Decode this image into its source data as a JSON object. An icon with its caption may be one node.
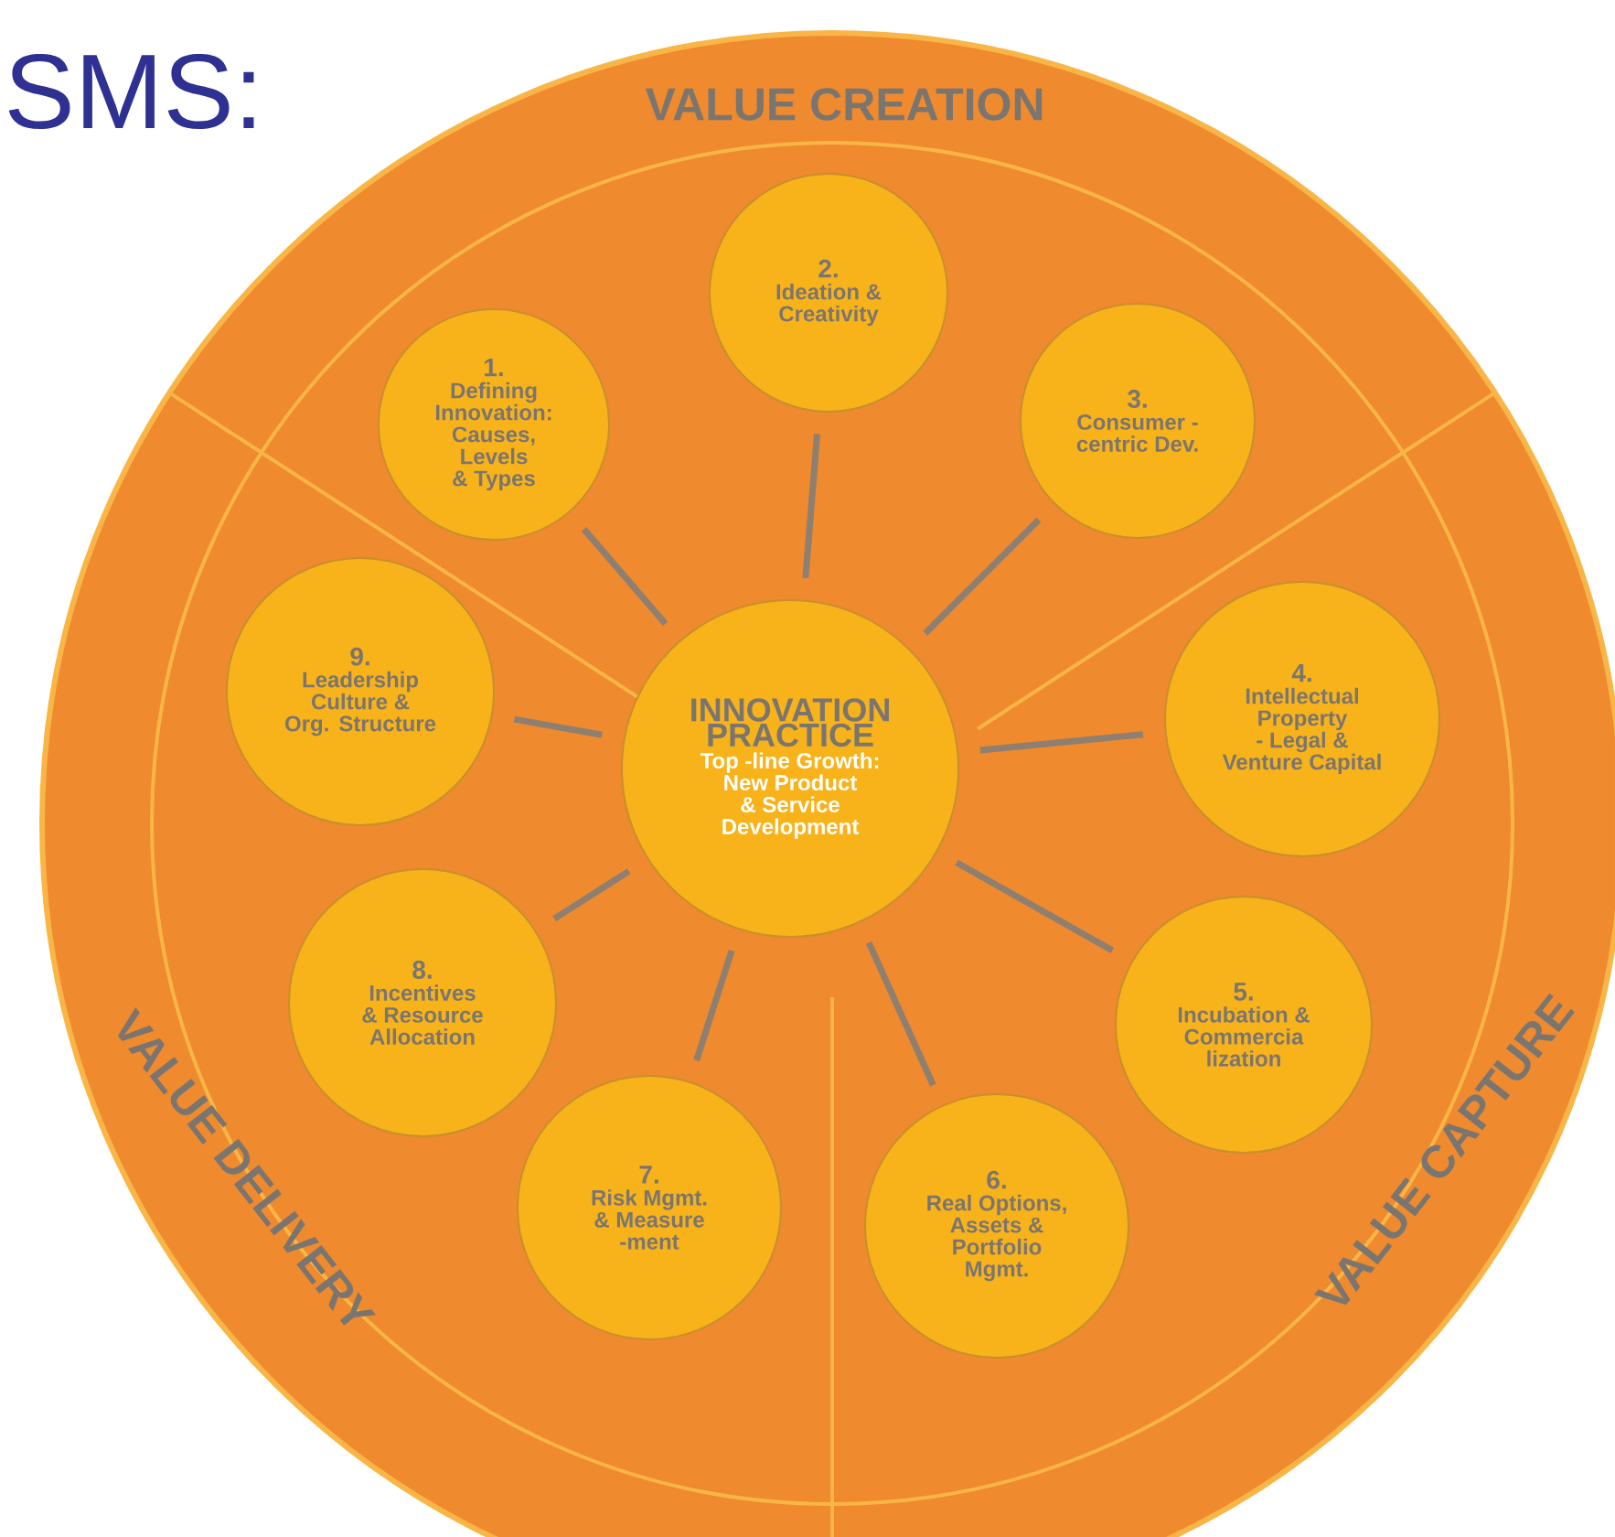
{
  "diagram": {
    "title": "SMS:",
    "nodes": [
      {
        "text": [
          "INNOVATION PRACTICE",
          "Top -line Growth: New Product & Service Development"
        ]
      },
      {
        "text": [
          "1.",
          "Defining Innovation: Causes, Levels & Types"
        ]
      },
      {
        "text": [
          "2.",
          "Ideation & Creativity"
        ]
      },
      {
        "text": [
          "3.",
          "Consumer - centric Dev."
        ]
      },
      {
        "text": [
          "4.",
          "Intellectual Property - Legal & Venture Capital"
        ]
      },
      {
        "text": [
          "5.",
          "Incubation & Commercia lization"
        ]
      },
      {
        "text": [
          "6.",
          "Real Options, Assets & Portfolio Mgmt."
        ]
      },
      {
        "text": [
          "7.",
          "Risk Mgmt. & Measure -ment"
        ]
      },
      {
        "text": [
          "8.",
          "Incentives & Resource Allocation"
        ]
      },
      {
        "text": [
          "9.",
          "Leadership Culture & Org. Structure"
        ]
      }
    ],
    "edges": [
      {
        "from": 0,
        "to": 1,
        "arrow": "none"
      },
      {
        "from": 0,
        "to": 2,
        "arrow": "none"
      },
      {
        "from": 0,
        "to": 3,
        "arrow": "none"
      },
      {
        "from": 0,
        "to": 4,
        "arrow": "none"
      },
      {
        "from": 0,
        "to": 5,
        "arrow": "none"
      },
      {
        "from": 0,
        "to": 6,
        "arrow": "none"
      },
      {
        "from": 0,
        "to": 7,
        "arrow": "none"
      },
      {
        "from": 0,
        "to": 8,
        "arrow": "none"
      },
      {
        "from": 0,
        "to": 9,
        "arrow": "none"
      }
    ],
    "labels": [
      "VALUE CREATION",
      "VALUE DELIVERY",
      "VALUE CAPTURE"
    ]
  }
}
